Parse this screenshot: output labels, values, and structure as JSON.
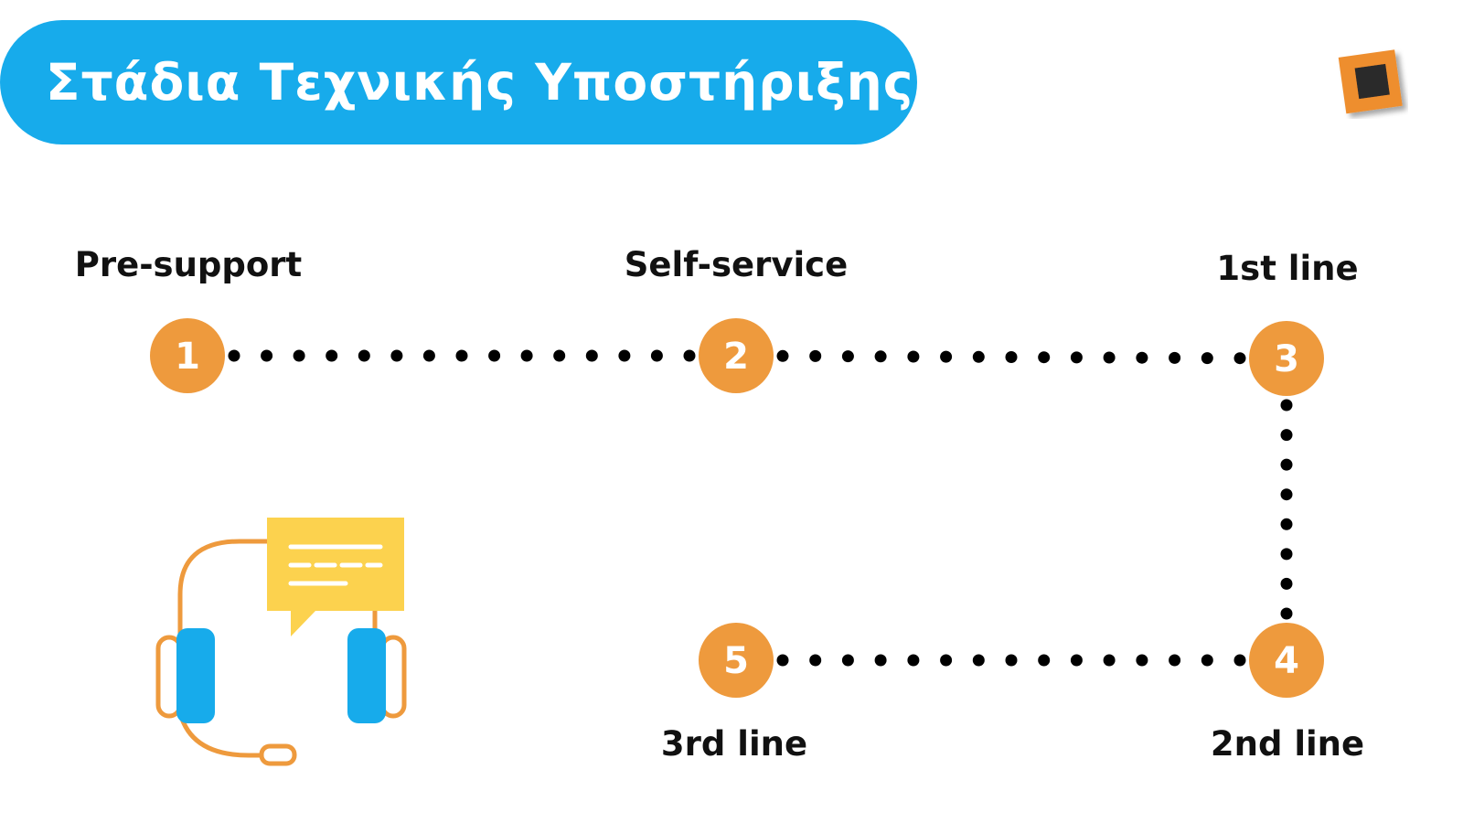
{
  "title": "Στάδια Τεχνικής Υποστήριξης",
  "colors": {
    "title_bg": "#17ABEB",
    "title_text": "#FFFFFF",
    "step_circle": "#EE9A3D",
    "dots": "#000000",
    "label_text": "#111111",
    "logo_orange": "#EE8E2E",
    "logo_dark": "#2B2B2B",
    "headset_outline": "#EE9A3D",
    "headset_earcup": "#17ABEB",
    "chat_bubble": "#FCD24E"
  },
  "stages": [
    {
      "number": "1",
      "label": "Pre-support"
    },
    {
      "number": "2",
      "label": "Self-service"
    },
    {
      "number": "3",
      "label": "1st line"
    },
    {
      "number": "4",
      "label": "2nd line"
    },
    {
      "number": "5",
      "label": "3rd line"
    }
  ],
  "icons": {
    "logo": "logo-square-icon",
    "support": "headset-chat-icon"
  }
}
